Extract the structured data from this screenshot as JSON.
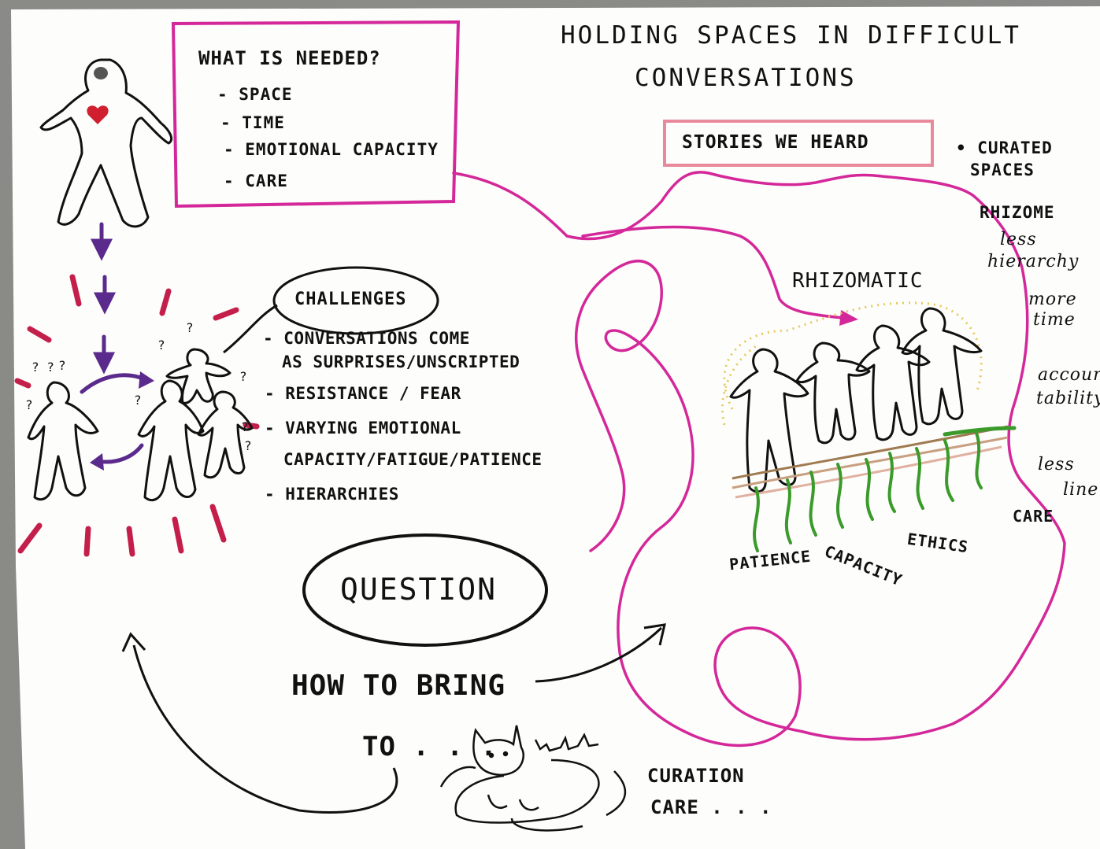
{
  "title": {
    "line1": "HOLDING SPACES IN DIFFICULT",
    "line2": "CONVERSATIONS"
  },
  "needed": {
    "heading": "WHAT IS NEEDED?",
    "items": [
      "- SPACE",
      "- TIME",
      "- EMOTIONAL CAPACITY",
      "- CARE"
    ]
  },
  "challenges": {
    "heading": "CHALLENGES",
    "items": [
      "- CONVERSATIONS COME",
      "AS SURPRISES/UNSCRIPTED",
      "- RESISTANCE / FEAR",
      "- VARYING EMOTIONAL",
      "CAPACITY/FATIGUE/PATIENCE",
      "- HIERARCHIES"
    ]
  },
  "question": {
    "label": "QUESTION",
    "how": "HOW TO BRING",
    "to": "TO . . .",
    "curation": "CURATION",
    "care": "CARE . . ."
  },
  "stories": {
    "label": "STORIES WE HEARD",
    "rhizomatic": "RHIZOMATIC",
    "roots": [
      "PATIENCE",
      "CAPACITY",
      "ETHICS"
    ],
    "care": "CARE"
  },
  "side_notes": [
    "• CURATED",
    "SPACES",
    "RHIZOME",
    "less",
    "hierarchy",
    "more",
    "time",
    "accoun",
    "tability",
    "less",
    "line"
  ],
  "colors": {
    "magenta": "#d4289a",
    "pink_box": "#e88a9c",
    "red_rays": "#c41e4a",
    "purple": "#5a2a8c",
    "green": "#3a9a2a",
    "brown": "#a07a50",
    "yellow_dots": "#e8c860",
    "heart": "#d02030",
    "paper": "#fdfdfb"
  }
}
